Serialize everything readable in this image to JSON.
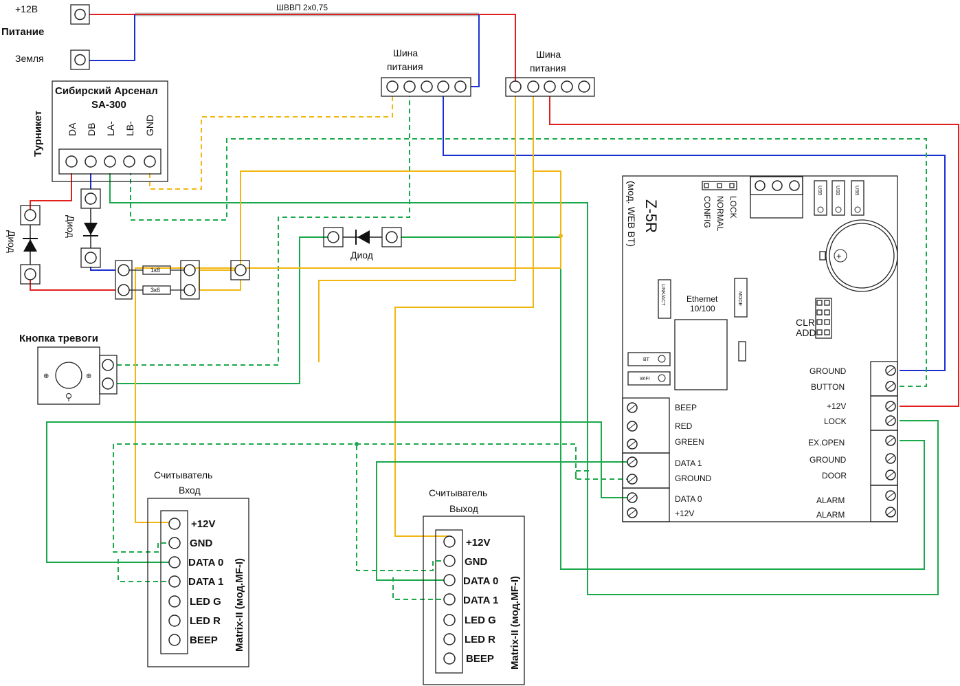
{
  "power": {
    "plus12": "+12В",
    "section": "Питание",
    "ground": "Земля",
    "cable": "ШВВП 2х0,75"
  },
  "busbars": [
    "Шина питания",
    "Шина питания"
  ],
  "turnstile": {
    "title1": "Сибирский Арсенал",
    "title2": "SA-300",
    "side": "Турникет",
    "pins": [
      "DA",
      "DB",
      "LA-",
      "LB-",
      "GND"
    ]
  },
  "diodes": [
    "Диод",
    "Диод",
    "Диод"
  ],
  "resistors": [
    "1к8",
    "3к6"
  ],
  "alarm": {
    "label": "Кнопка тревоги"
  },
  "controller": {
    "name": "Z-5R",
    "model": "(мод. WEB BT)",
    "jumpers": [
      "LOCK",
      "NORMAL",
      "CONFIG"
    ],
    "usb": [
      "USB",
      "USB",
      "USB"
    ],
    "ethernet": [
      "Ethernet",
      "10/100"
    ],
    "link": "LINK/ACT",
    "mode": "MODE",
    "bt": "BT",
    "wifi": "WIFI",
    "clr": "CLR",
    "add": "ADD",
    "left_terms": [
      "BEEP",
      "RED",
      "GREEN",
      "DATA 1",
      "GROUND",
      "DATA 0",
      "+12V"
    ],
    "right_terms": [
      "GROUND",
      "BUTTON",
      "+12V",
      "LOCK",
      "EX.OPEN",
      "GROUND",
      "DOOR",
      "ALARM",
      "ALARM"
    ]
  },
  "reader_in": {
    "title1": "Считыватель",
    "title2": "Вход",
    "model": "Matrix-II (мод.MF-I)",
    "pins": [
      "+12V",
      "GND",
      "DATA 0",
      "DATA 1",
      "LED G",
      "LED R",
      "BEEP"
    ]
  },
  "reader_out": {
    "title1": "Считыватель",
    "title2": "Выход",
    "model": "Matrix-II (мод.MF-I)",
    "pins": [
      "+12V",
      "GND",
      "DATA 0",
      "DATA 1",
      "LED G",
      "LED R",
      "BEEP"
    ]
  },
  "colors": {
    "red": "#e0201f",
    "blue": "#1a2fd0",
    "green": "#19a84a",
    "yellow": "#f1b70f",
    "cable": "#b8b8b8"
  }
}
